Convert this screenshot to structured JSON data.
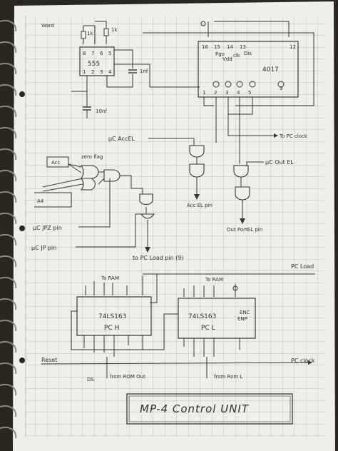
{
  "colors": {
    "paper": "#eeeeea",
    "grid": "#aeb4bc",
    "margin_line": "#c9bba8",
    "ink": "#3b3733",
    "background": "#2c2620",
    "ring": "#8d8a86"
  },
  "header": {
    "tag": "Ward"
  },
  "timer_555": {
    "chip": "555",
    "pins_top": [
      "8",
      "7",
      "6",
      "5"
    ],
    "pins_bottom": [
      "1",
      "2",
      "3",
      "4"
    ],
    "r1": "1k",
    "r2": "1k",
    "c_timing": "1nf",
    "c_decoupling": "10nf"
  },
  "counter_4017": {
    "chip": "4017",
    "pin_labels": [
      "Pgo",
      "Vdd",
      "clk",
      "Dis"
    ],
    "top_pins": [
      "16",
      "15",
      "14",
      "13",
      "12"
    ],
    "bottom_pins": [
      "1",
      "2",
      "3",
      "4",
      "5"
    ],
    "right_pin": "9"
  },
  "control_signals": {
    "uc_accel": "µC AccEL",
    "to_pc_clock_top": "To PC clock",
    "uc_outel": "µC Out EL",
    "acc_el_pin": "Acc EL pin",
    "out_port_el_pin": "Out PortEL pin",
    "uc_jpz_pin": "µC JPZ pin",
    "uc_jp_pin": "µC JP pin",
    "to_pc_load_pin": "to PC Load pin (9)",
    "zero_flag": "zero flag",
    "acc": "Acc",
    "a4": "A4"
  },
  "pc_high": {
    "chip": "74LS163",
    "name": "PC H",
    "note": "To RAM"
  },
  "pc_low": {
    "chip": "74LS163",
    "name": "PC L",
    "note": "To RAM",
    "en_label": "ENC",
    "en_sub": "ENP"
  },
  "bottom_signals": {
    "pc_load": "PC Load",
    "reset": "Reset",
    "pc_clock": "PC clock",
    "from_rom_out": "from ROM Out",
    "from_rom_l": "from Rom L",
    "ds": "DS"
  },
  "title": "MP-4 Control UNIT"
}
